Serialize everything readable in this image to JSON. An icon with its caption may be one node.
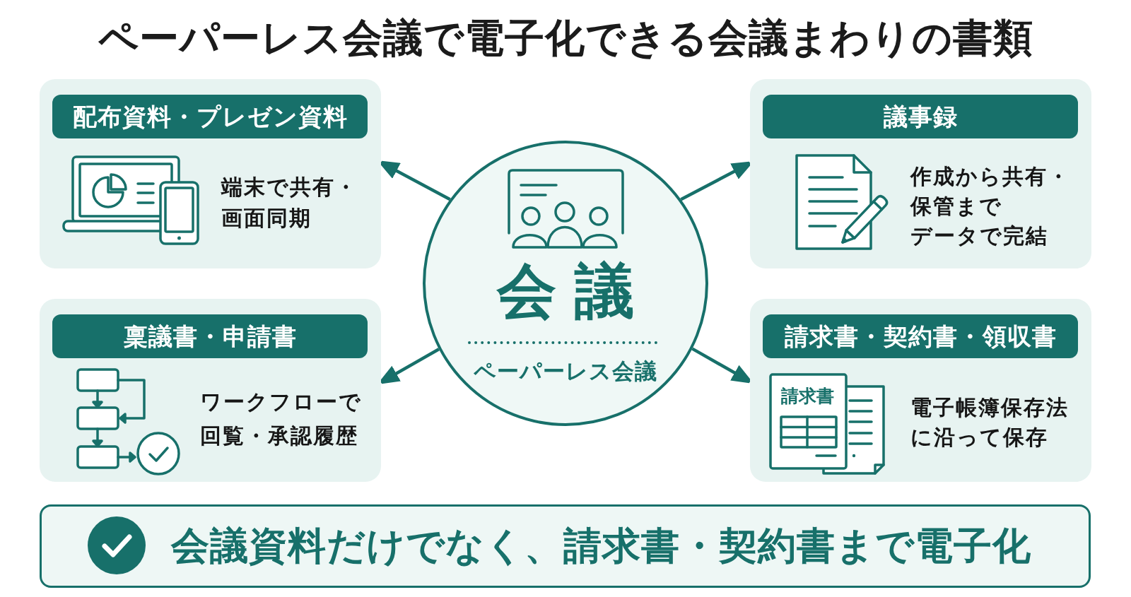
{
  "diagram": {
    "title": "ペーパーレス会議で電子化できる会議まわりの書類",
    "nodes": [
      {
        "text": [
          "端末で共有・画面同期"
        ]
      },
      {
        "text": [
          "配布資料・プレゼン資料"
        ],
        "in": 0
      },
      {
        "text": [
          "作成から共有・保管までデータで完結"
        ]
      },
      {
        "text": [
          "議事録"
        ],
        "in": 2
      },
      {
        "text": [
          "会議",
          "ペーパーレス会議"
        ]
      },
      {
        "text": [
          "ワークフローで回覧・承認履歴"
        ]
      },
      {
        "text": [
          "稟議書・申請書"
        ],
        "in": 5
      },
      {
        "text": [
          "電子帳簿保存法に沿って保存"
        ]
      },
      {
        "text": [
          "請求書・契約書・領収書"
        ],
        "in": 7
      },
      {
        "text": [
          "会議資料だけでなく、請求書・契約書まで電子化"
        ]
      }
    ],
    "edges": [
      {
        "from": 4,
        "to": 0,
        "arrow": "to"
      },
      {
        "from": 4,
        "to": 2,
        "arrow": "to"
      },
      {
        "from": 4,
        "to": 5,
        "arrow": "to"
      },
      {
        "from": 4,
        "to": 7,
        "arrow": "to"
      }
    ],
    "labels": [
      "請求書"
    ]
  }
}
